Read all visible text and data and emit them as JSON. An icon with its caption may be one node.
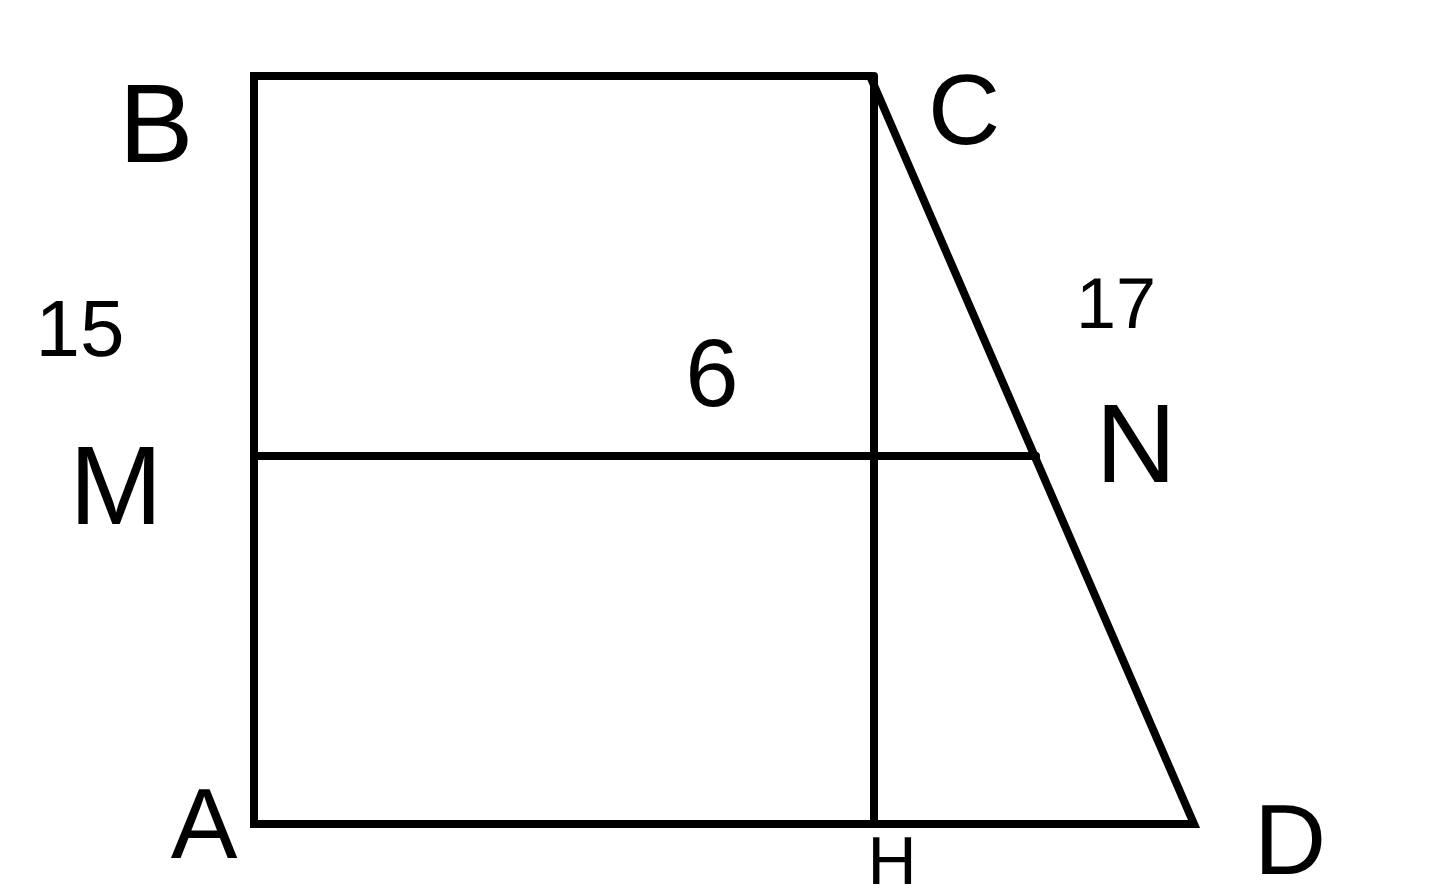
{
  "diagram": {
    "labels": [
      "B",
      "C",
      "17",
      "15",
      "6",
      "M",
      "N",
      "A",
      "H",
      "D"
    ]
  }
}
